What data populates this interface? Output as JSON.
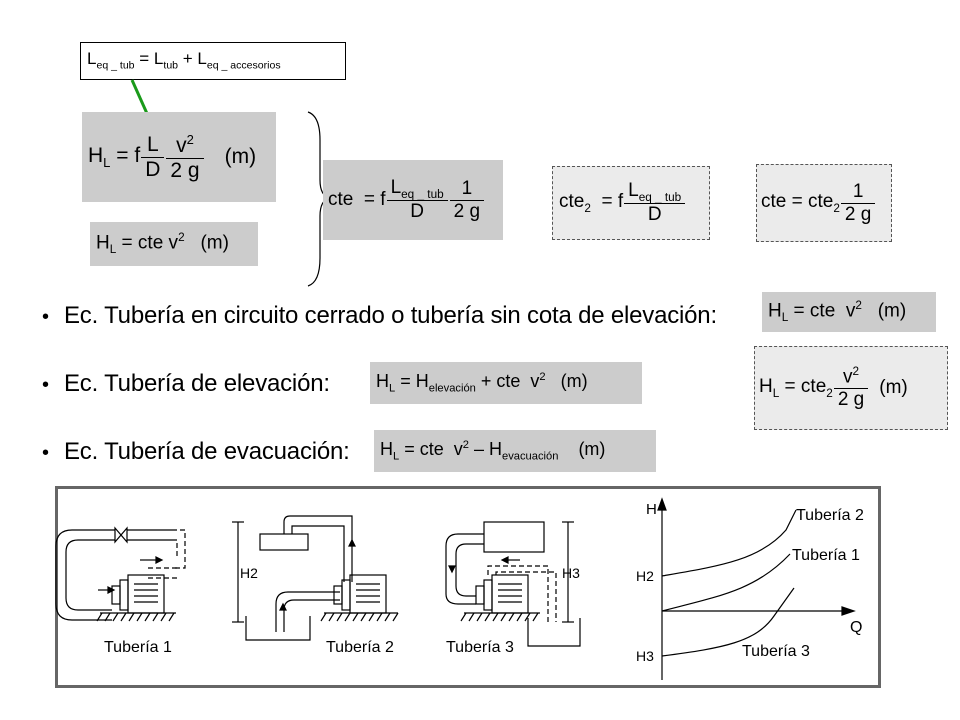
{
  "bullets": {
    "symbol": "•",
    "b1": "Ec. Tubería en circuito cerrado o tubería sin cota de elevación:",
    "b2": "Ec. Tubería de elevación:",
    "b3": "Ec. Tubería de evacuación:"
  },
  "diagram_labels": {
    "tub1": "Tubería 1",
    "tub2": "Tubería 2",
    "tub3": "Tubería 3",
    "h2": "H2",
    "h3": "H3"
  },
  "graph": {
    "y_axis": "H",
    "x_axis": "Q",
    "h2": "H2",
    "h3": "H3",
    "curve1": "Tubería 1",
    "curve2": "Tubería 2",
    "curve3": "Tubería 3"
  },
  "colors": {
    "arrow": "#1a9a1a",
    "formula_bg": "#cccccc",
    "dashed_bg": "#ebebeb"
  }
}
